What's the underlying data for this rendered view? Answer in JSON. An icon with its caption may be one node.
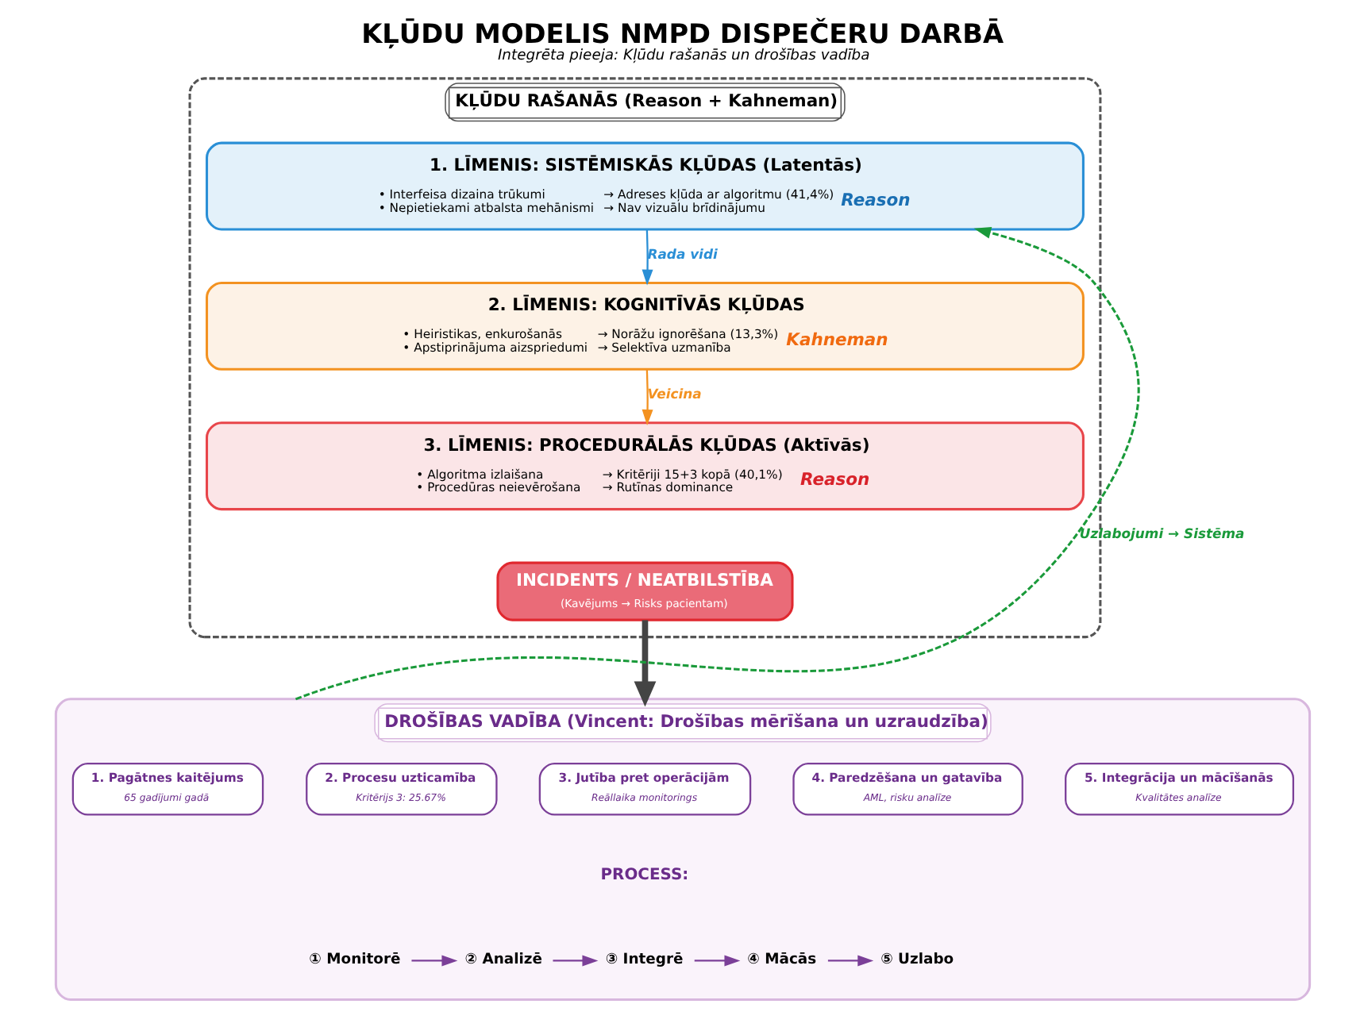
{
  "diagram": {
    "title": "KĻŪDU MODELIS NMPD DISPEČERU DARBĀ",
    "caption": "Integrēta pieeja: Kļūdu rašanās un drošības vadība",
    "nodes": [
      {
        "text": [
          "KĻŪDU RAŠANĀS (Reason + Kahneman)"
        ]
      },
      {
        "text": [
          "1. LĪMENIS: SISTĒMISKĀS KĻŪDAS (Latentās)",
          "• Interfeisa dizaina trūkumi",
          "• Nepietiekami atbalsta mehānismi",
          "→ Adreses kļūda ar algoritmu (41,4%)",
          "→ Nav vizuālu brīdinājumu",
          "Reason"
        ],
        "in": 0
      },
      {
        "text": [
          "2. LĪMENIS: KOGNITĪVĀS KĻŪDAS",
          "• Heiristikas, enkurošanās",
          "• Apstiprinājuma aizspriedumi",
          "→ Norāžu ignorēšana (13,3%)",
          "→ Selektīva uzmanība",
          "Kahneman"
        ],
        "in": 0
      },
      {
        "text": [
          "3. LĪMENIS: PROCEDURĀLĀS KĻŪDAS (Aktīvās)",
          "• Algoritma izlaišana",
          "• Procedūras neievērošana",
          "→ Kritēriji 15+3 kopā (40,1%)",
          "→ Rutīnas dominance",
          "Reason"
        ],
        "in": 0
      },
      {
        "text": [
          "INCIDENTS / NEATBILSTĪBA",
          "(Kavējums → Risks pacientam)"
        ],
        "in": 0
      },
      {
        "text": [
          "DROŠĪBAS VADĪBA (Vincent: Drošības mērīšana un uzraudzība)"
        ]
      },
      {
        "text": [
          "1. Pagātnes kaitējums",
          "65 gadījumi gadā"
        ],
        "in": 5
      },
      {
        "text": [
          "2. Procesu uzticamība",
          "Kritērijs 3: 25.67%"
        ],
        "in": 5
      },
      {
        "text": [
          "3. Jutība pret operācijām",
          "Reāllaika monitorings"
        ],
        "in": 5
      },
      {
        "text": [
          "4. Paredzēšana un gatavība",
          "AML, risku analīze"
        ],
        "in": 5
      },
      {
        "text": [
          "5. Integrācija un mācīšanās",
          "Kvalitātes analīze"
        ],
        "in": 5
      },
      {
        "text": [
          "① Monitorē"
        ],
        "in": 5
      },
      {
        "text": [
          "② Analizē"
        ],
        "in": 5
      },
      {
        "text": [
          "③ Integrē"
        ],
        "in": 5
      },
      {
        "text": [
          "④ Mācās"
        ],
        "in": 5
      },
      {
        "text": [
          "⑤ Uzlabo"
        ],
        "in": 5
      }
    ],
    "edges": [
      {
        "from": 1,
        "to": 2,
        "arrow": "to",
        "label": "Rada vidi",
        "color": "#2a8fd6"
      },
      {
        "from": 2,
        "to": 3,
        "arrow": "to",
        "label": "Veicina",
        "color": "#f39221"
      },
      {
        "from": 4,
        "to": 5,
        "arrow": "to",
        "style": "thick"
      },
      {
        "from": 5,
        "to": 1,
        "arrow": "to",
        "label": "Uzlabojumi → Sistēma",
        "style": "dashed",
        "color": "#1a9a3a"
      },
      {
        "from": 11,
        "to": 12,
        "arrow": "to",
        "color": "#7b3f98"
      },
      {
        "from": 12,
        "to": 13,
        "arrow": "to",
        "color": "#7b3f98"
      },
      {
        "from": 13,
        "to": 14,
        "arrow": "to",
        "color": "#7b3f98"
      },
      {
        "from": 14,
        "to": 15,
        "arrow": "to",
        "color": "#7b3f98"
      }
    ],
    "labels": [
      "PROCESS:"
    ]
  }
}
